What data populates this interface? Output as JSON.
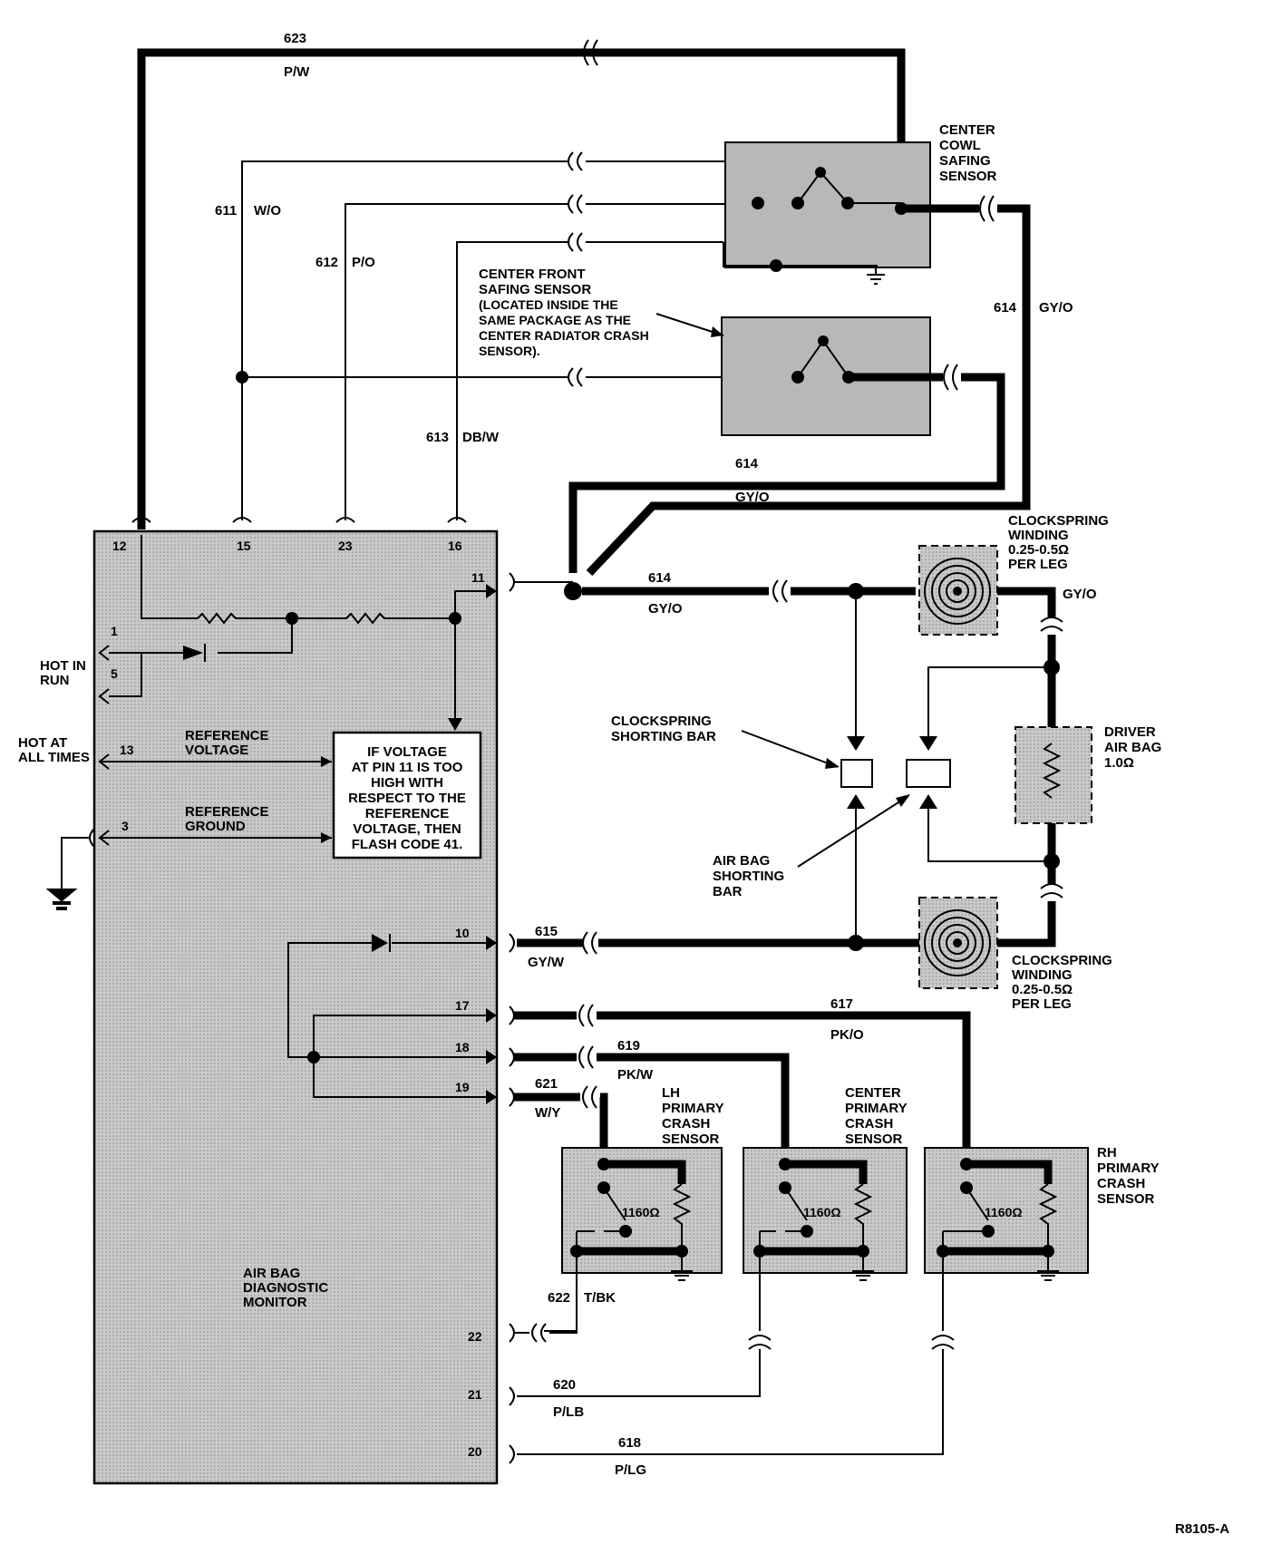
{
  "colors": {
    "ink": "#000000",
    "shade": "#b8b8b8",
    "module": "#cfcfcf",
    "background": "#ffffff"
  },
  "wires": {
    "w623": {
      "num": "623",
      "color": "P/W"
    },
    "w611": {
      "num": "611",
      "color": "W/O"
    },
    "w612": {
      "num": "612",
      "color": "P/O"
    },
    "w613": {
      "num": "613",
      "color": "DB/W"
    },
    "w614a": {
      "num": "614",
      "color": "GY/O"
    },
    "w614b": {
      "num": "614",
      "color": "GY/O"
    },
    "w614c": {
      "num": "614",
      "color": "GY/O"
    },
    "w614d": {
      "color": "GY/O"
    },
    "w615": {
      "num": "615",
      "color": "GY/W"
    },
    "w617": {
      "num": "617",
      "color": "PK/O"
    },
    "w619": {
      "num": "619",
      "color": "PK/W"
    },
    "w621": {
      "num": "621",
      "color": "W/Y"
    },
    "w622": {
      "num": "622",
      "color": "T/BK"
    },
    "w620": {
      "num": "620",
      "color": "P/LB"
    },
    "w618": {
      "num": "618",
      "color": "P/LG"
    }
  },
  "pins": {
    "p12": "12",
    "p15": "15",
    "p23": "23",
    "p16": "16",
    "p11": "11",
    "p1": "1",
    "p5": "5",
    "p13": "13",
    "p3": "3",
    "p10": "10",
    "p17": "17",
    "p18": "18",
    "p19": "19",
    "p22": "22",
    "p21": "21",
    "p20": "20"
  },
  "labels": {
    "cowl_sensor": [
      "CENTER",
      "COWL",
      "SAFING",
      "SENSOR"
    ],
    "front_sensor": [
      "CENTER FRONT",
      "SAFING SENSOR",
      "(LOCATED INSIDE THE",
      "SAME PACKAGE AS THE",
      "CENTER RADIATOR CRASH",
      "SENSOR)."
    ],
    "clockspring_top": [
      "CLOCKSPRING",
      "WINDING",
      "0.25-0.5Ω",
      "PER LEG"
    ],
    "clockspring_bottom": [
      "CLOCKSPRING",
      "WINDING",
      "0.25-0.5Ω",
      "PER LEG"
    ],
    "driver_airbag": [
      "DRIVER",
      "AIR BAG",
      "1.0Ω"
    ],
    "clockspring_bar": [
      "CLOCKSPRING",
      "SHORTING BAR"
    ],
    "airbag_bar": [
      "AIR BAG",
      "SHORTING",
      "BAR"
    ],
    "hot_in_run": [
      "HOT IN",
      "RUN"
    ],
    "hot_at_all_times": [
      "HOT AT",
      "ALL TIMES"
    ],
    "reference_voltage": [
      "REFERENCE",
      "VOLTAGE"
    ],
    "reference_ground": [
      "REFERENCE",
      "GROUND"
    ],
    "flash_note": [
      "IF VOLTAGE",
      "AT PIN 11 IS TOO",
      "HIGH WITH",
      "RESPECT TO THE",
      "REFERENCE",
      "VOLTAGE, THEN",
      "FLASH CODE 41."
    ],
    "lh_sensor": [
      "LH",
      "PRIMARY",
      "CRASH",
      "SENSOR"
    ],
    "center_sensor": [
      "CENTER",
      "PRIMARY",
      "CRASH",
      "SENSOR"
    ],
    "rh_sensor": [
      "RH",
      "PRIMARY",
      "CRASH",
      "SENSOR"
    ],
    "resistor_value": "1160Ω",
    "monitor": [
      "AIR BAG",
      "DIAGNOSTIC",
      "MONITOR"
    ],
    "figure_id": "R8105-A"
  }
}
